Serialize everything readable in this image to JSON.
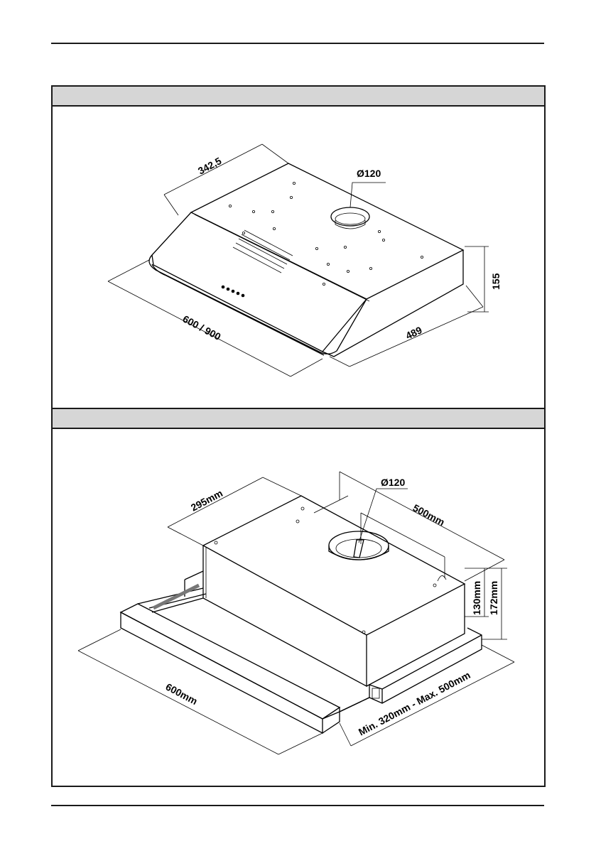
{
  "header": {
    "title": ""
  },
  "diagram_1": {
    "name": "standard-hood",
    "dimensions": {
      "depth_top": "342,5",
      "duct_diameter": "Ø120",
      "height": "155",
      "width": "600 / 900",
      "depth_side": "489"
    }
  },
  "diagram_2": {
    "name": "telescopic-hood",
    "dimensions": {
      "body_depth": "295mm",
      "duct_diameter": "Ø120",
      "duct_offset": "500mm",
      "body_height": "130mm",
      "total_height": "172mm",
      "width": "600mm",
      "extension_range": "Min. 320mm - Max. 500mm"
    }
  },
  "colors": {
    "band": "#d6d6d6",
    "line": "#000000",
    "rule": "#1a1a1a"
  }
}
